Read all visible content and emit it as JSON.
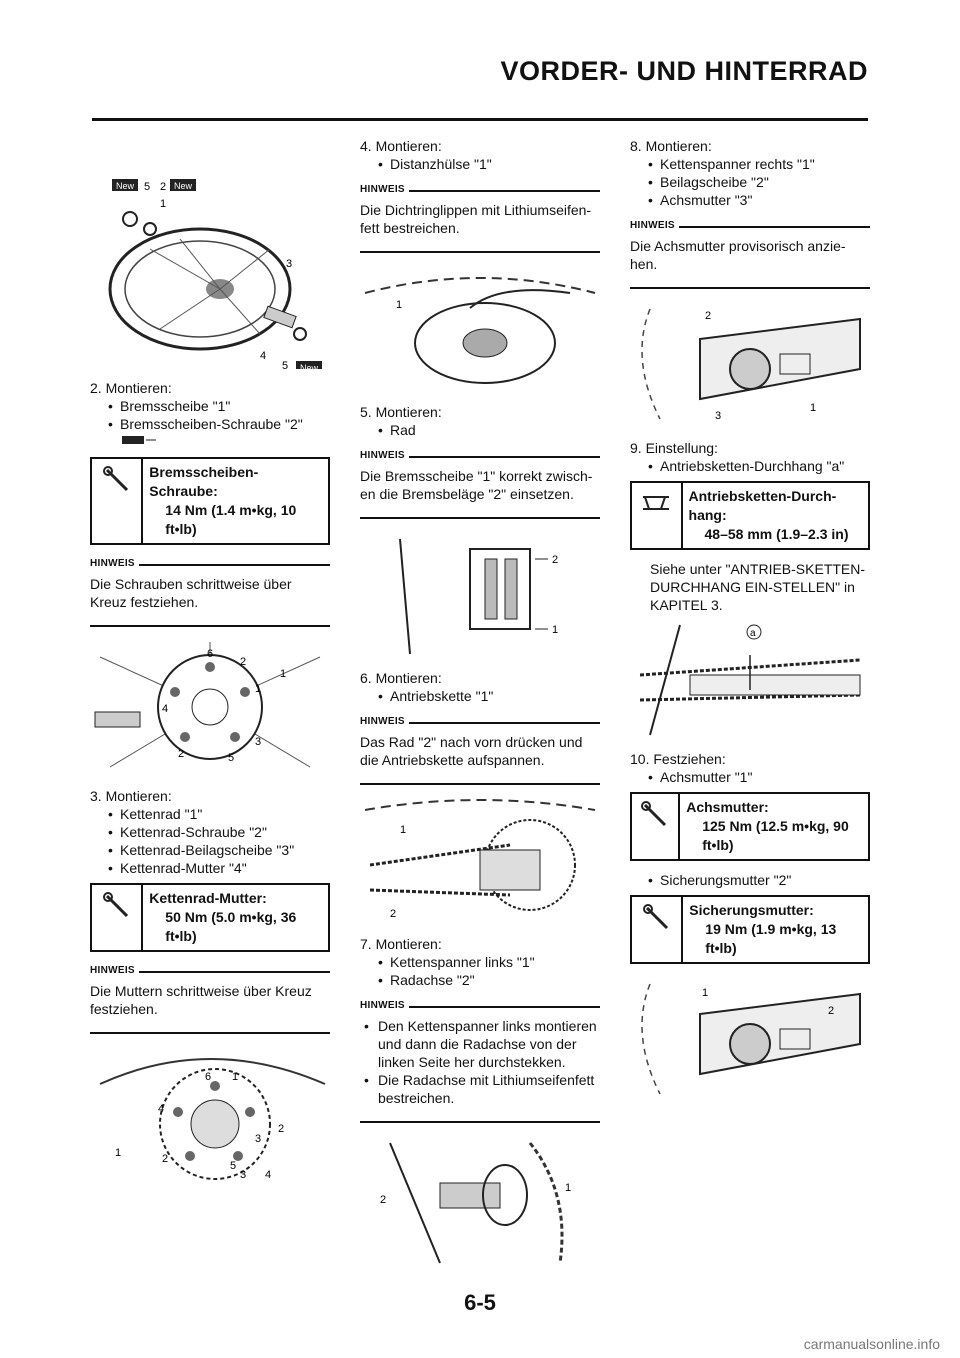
{
  "header": {
    "title": "VORDER- UND HINTERRAD"
  },
  "labels": {
    "hinweis": "HINWEIS"
  },
  "callouts": {
    "new": "New",
    "n1": "1",
    "n2": "2",
    "n3": "3",
    "n4": "4",
    "n5": "5",
    "n6": "6",
    "a": "a"
  },
  "col1": {
    "step2": "2.  Montieren:",
    "step2_items": [
      "Bremsscheibe \"1\"",
      "Bremsscheiben-Schraube \"2\""
    ],
    "spec1_title": "Bremsscheiben-Schraube:",
    "spec1_value": "14 Nm (1.4 m•kg, 10 ft•lb)",
    "note1": "Die Schrauben schrittweise über Kreuz festziehen.",
    "step3": "3.  Montieren:",
    "step3_items": [
      "Kettenrad \"1\"",
      "Kettenrad-Schraube \"2\"",
      "Kettenrad-Beilagscheibe \"3\"",
      "Kettenrad-Mutter \"4\""
    ],
    "spec2_title": "Kettenrad-Mutter:",
    "spec2_value": "50 Nm (5.0 m•kg, 36 ft•lb)",
    "note2": "Die Muttern schrittweise über Kreuz festziehen."
  },
  "col2": {
    "step4": "4.  Montieren:",
    "step4_items": [
      "Distanzhülse \"1\""
    ],
    "note4": "Die Dichtringlippen mit Lithiumseifen-fett bestreichen.",
    "step5": "5.  Montieren:",
    "step5_items": [
      "Rad"
    ],
    "note5": "Die Bremsscheibe \"1\" korrekt zwisch-en die Bremsbeläge \"2\" einsetzen.",
    "step6": "6.  Montieren:",
    "step6_items": [
      "Antriebskette \"1\""
    ],
    "note6": "Das Rad \"2\" nach vorn drücken und die Antriebskette aufspannen.",
    "step7": "7.  Montieren:",
    "step7_items": [
      "Kettenspanner links \"1\"",
      "Radachse \"2\""
    ],
    "note7_items": [
      "Den Kettenspanner links montieren und dann die Radachse von der linken Seite her durchstekken.",
      "Die Radachse mit Lithiumseifenfett bestreichen."
    ]
  },
  "col3": {
    "step8": "8.  Montieren:",
    "step8_items": [
      "Kettenspanner rechts \"1\"",
      "Beilagscheibe \"2\"",
      "Achsmutter \"3\""
    ],
    "note8": "Die Achsmutter provisorisch anzie-hen.",
    "step9": "9.  Einstellung:",
    "step9_items": [
      "Antriebsketten-Durchhang \"a\""
    ],
    "spec3_title": "Antriebsketten-Durch-hang:",
    "spec3_value": "48–58 mm (1.9–2.3 in)",
    "ref9": "Siehe unter \"ANTRIEB-SKETTEN-DURCHHANG EIN-STELLEN\" in KAPITEL 3.",
    "step10": "10. Festziehen:",
    "step10_items": [
      "Achsmutter \"1\""
    ],
    "spec4_title": "Achsmutter:",
    "spec4_value": "125 Nm (12.5 m•kg, 90 ft•lb)",
    "step10_items_b": [
      "Sicherungsmutter \"2\""
    ],
    "spec5_title": "Sicherungsmutter:",
    "spec5_value": "19 Nm (1.9 m•kg, 13 ft•lb)"
  },
  "footer": {
    "page_number": "6-5",
    "watermark": "carmanualsonline.info"
  }
}
